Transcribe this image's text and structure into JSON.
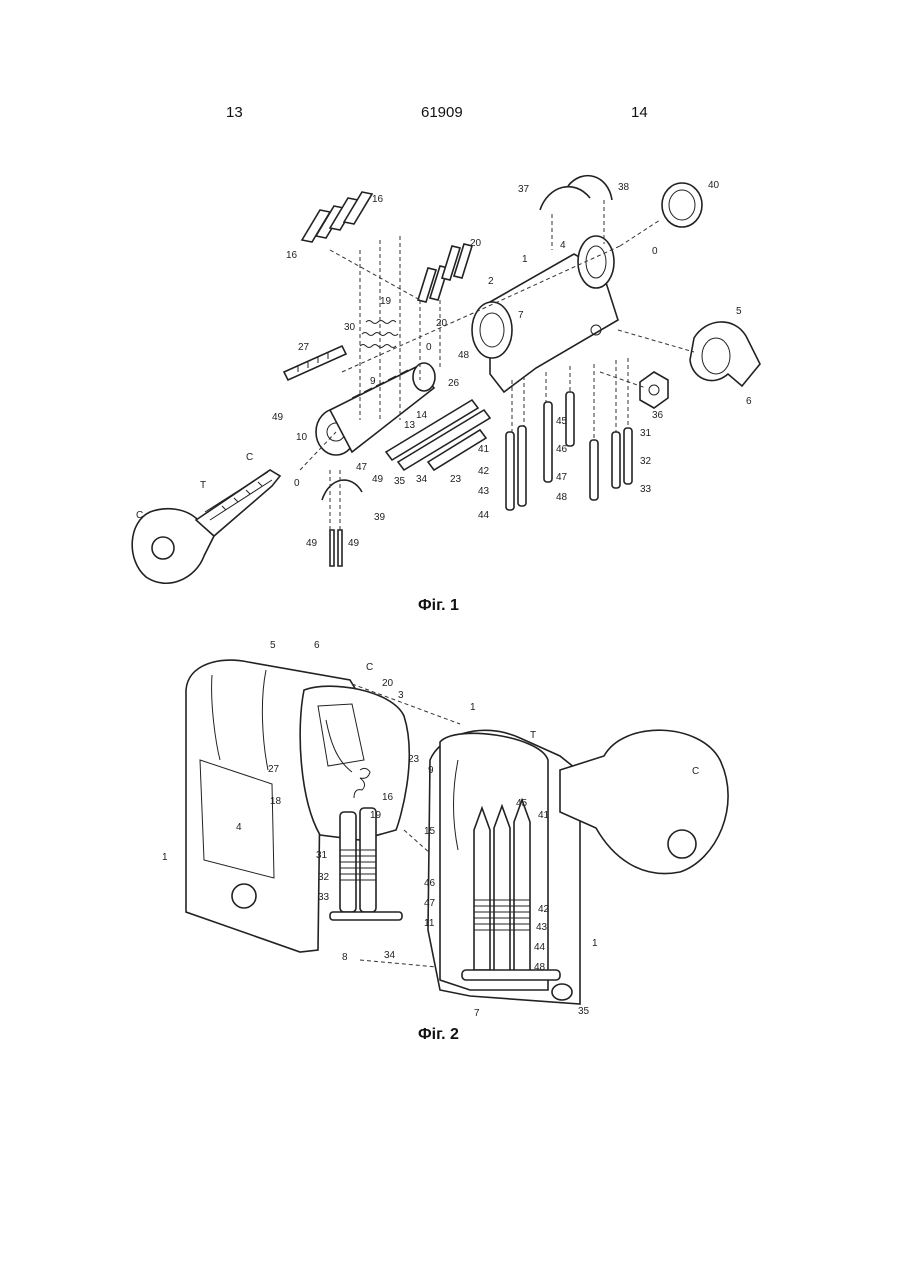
{
  "header": {
    "page_left": "13",
    "doc_number": "61909",
    "page_right": "14"
  },
  "figures": [
    {
      "caption": "Фіг. 1",
      "labels": [
        "37",
        "38",
        "40",
        "16",
        "16",
        "20",
        "4",
        "0",
        "1",
        "20",
        "2",
        "19",
        "7",
        "30",
        "5",
        "27",
        "0",
        "48",
        "9",
        "26",
        "6",
        "36",
        "49",
        "14",
        "13",
        "10",
        "47",
        "41",
        "46",
        "31",
        "45",
        "32",
        "42",
        "35",
        "34",
        "23",
        "C",
        "49",
        "43",
        "47",
        "33",
        "0",
        "44",
        "48",
        "T",
        "C",
        "39",
        "49",
        "49"
      ]
    },
    {
      "caption": "Фіг. 2",
      "labels": [
        "5",
        "6",
        "C",
        "20",
        "1",
        "3",
        "23",
        "T",
        "C",
        "27",
        "9",
        "18",
        "16",
        "45",
        "41",
        "19",
        "4",
        "15",
        "1",
        "31",
        "32",
        "46",
        "33",
        "47",
        "42",
        "11",
        "43",
        "44",
        "1",
        "48",
        "34",
        "8",
        "35",
        "7"
      ]
    }
  ]
}
